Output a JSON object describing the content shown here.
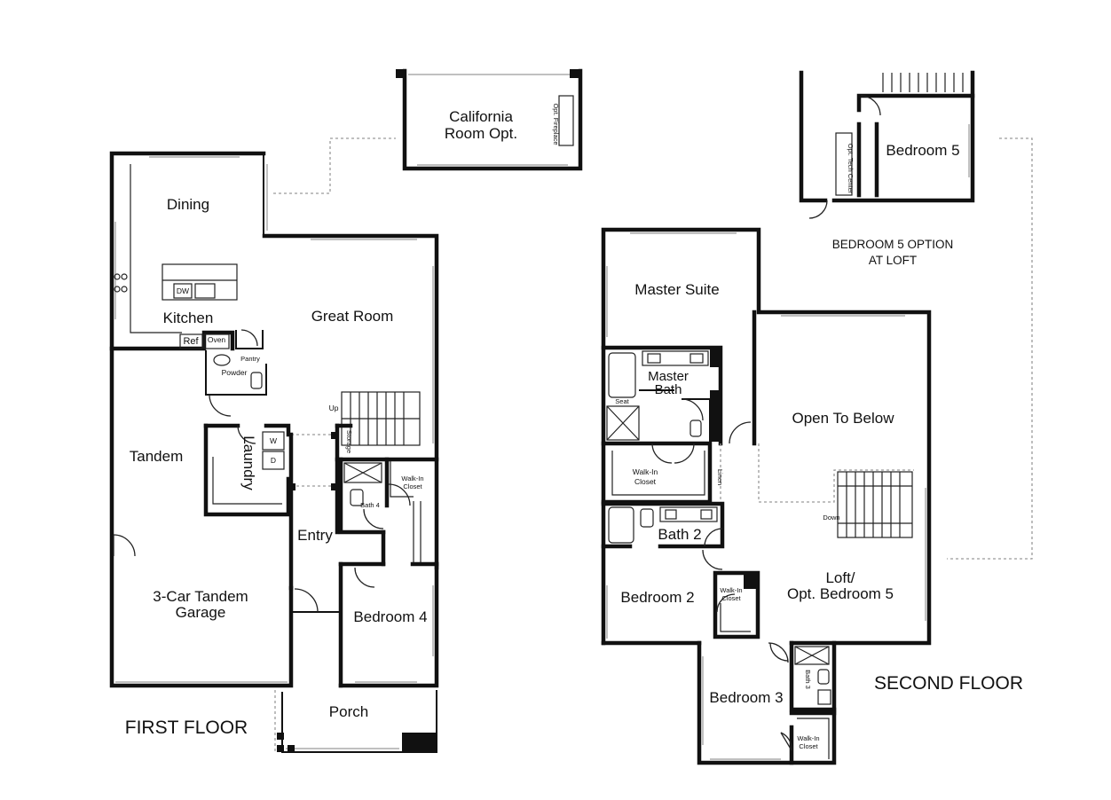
{
  "first_floor": {
    "title": "FIRST FLOOR",
    "rooms": {
      "dining": "Dining",
      "kitchen": "Kitchen",
      "great_room": "Great Room",
      "tandem": "Tandem",
      "laundry": "Laundry",
      "garage_line1": "3-Car Tandem",
      "garage_line2": "Garage",
      "entry": "Entry",
      "bedroom4": "Bedroom 4",
      "porch": "Porch",
      "california_line1": "California",
      "california_line2": "Room Opt."
    },
    "labels": {
      "dw": "DW",
      "ref": "Ref",
      "oven": "Oven",
      "pantry": "Pantry",
      "powder": "Powder",
      "up": "Up",
      "storage": "Storage",
      "walkin_line1": "Walk-In",
      "walkin_line2": "Closet",
      "bath4": "Bath 4",
      "w": "W",
      "d": "D",
      "opt_fireplace": "Opt. Fireplace"
    }
  },
  "second_floor": {
    "title": "SECOND FLOOR",
    "rooms": {
      "master_suite": "Master Suite",
      "master_bath_line1": "Master",
      "master_bath_line2": "Bath",
      "open_to_below": "Open To Below",
      "bath2": "Bath 2",
      "bedroom2": "Bedroom 2",
      "loft_line1": "Loft/",
      "loft_line2": "Opt. Bedroom 5",
      "bedroom3": "Bedroom 3"
    },
    "labels": {
      "seat": "Seat",
      "walkin_line1": "Walk-In",
      "walkin_line2": "Closet",
      "linen": "Linen",
      "down": "Down",
      "bath3": "Bath 3"
    }
  },
  "option": {
    "bedroom5": "Bedroom 5",
    "tech_center": "Opt. Tech Center",
    "caption_line1": "BEDROOM 5 OPTION",
    "caption_line2": "AT LOFT"
  }
}
